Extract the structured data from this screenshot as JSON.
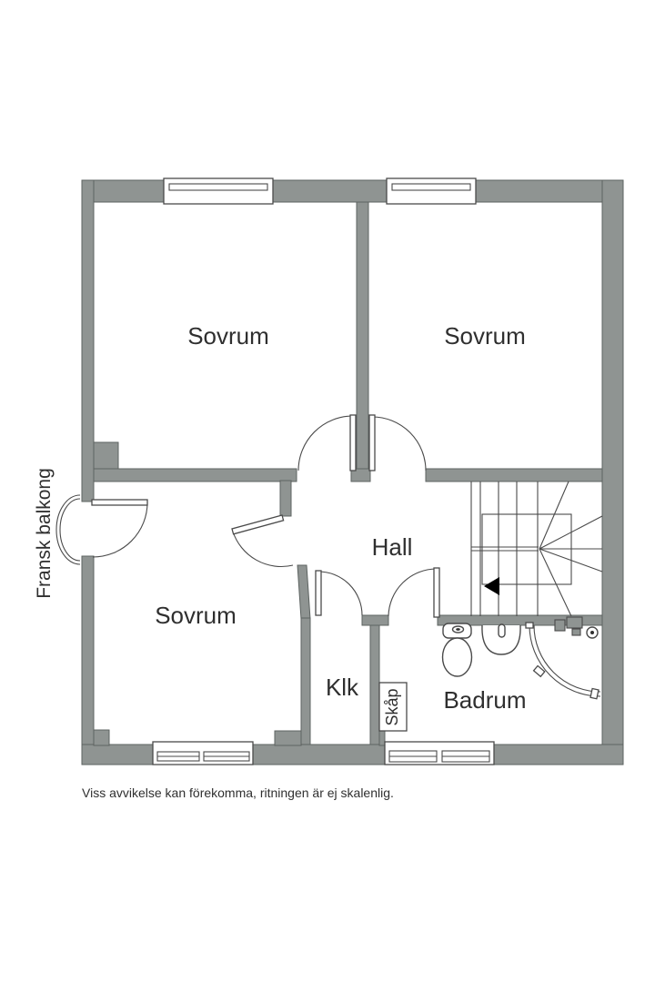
{
  "title": "Floor plan (upper level)",
  "colors": {
    "wall_fill": "#8f9492",
    "wall_outline": "#5d6361",
    "line": "#4a4a4a",
    "text": "#2f2f2f",
    "arrow": "#000000",
    "background": "#ffffff"
  },
  "labels": {
    "bedroom_top_left": "Sovrum",
    "bedroom_top_right": "Sovrum",
    "bedroom_bottom_left": "Sovrum",
    "hall": "Hall",
    "closet": "Klk",
    "cabinet": "Skåp",
    "bathroom": "Badrum",
    "balcony": "Fransk balkong",
    "disclaimer": "Viss avvikelse kan förekomma, ritningen är ej skalenlig."
  },
  "icons": {
    "stairs_direction_arrow": "left-pointing solid triangle",
    "toilet": "toilet plan symbol",
    "sink": "washbasin plan symbol",
    "shower": "corner shower plan symbol"
  }
}
